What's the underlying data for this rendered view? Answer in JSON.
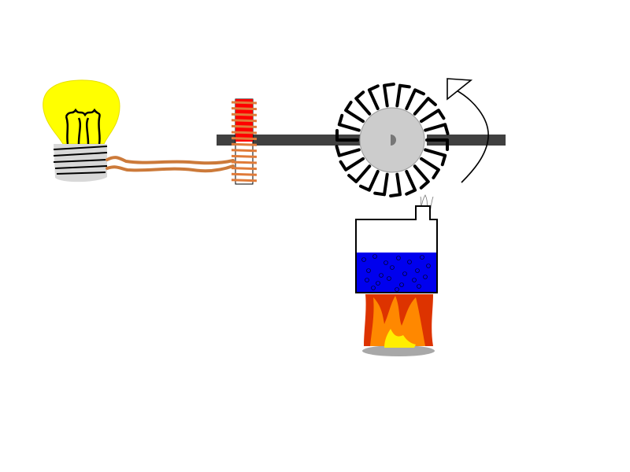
{
  "diagram": {
    "components": [
      {
        "id": "light-bulb",
        "icon": "light-bulb-icon"
      },
      {
        "id": "copper-wires",
        "icon": "wire-icon"
      },
      {
        "id": "generator-coil",
        "icon": "coil-icon"
      },
      {
        "id": "drive-shaft",
        "icon": "shaft-icon"
      },
      {
        "id": "steam-turbine",
        "icon": "turbine-icon"
      },
      {
        "id": "rotation-arrow",
        "icon": "curved-arrow-icon"
      },
      {
        "id": "water-boiler",
        "icon": "boiler-icon"
      },
      {
        "id": "steam",
        "icon": "steam-icon"
      },
      {
        "id": "fire",
        "icon": "fire-icon"
      }
    ],
    "colors": {
      "bulb_glass": "#ffff00",
      "bulb_base": "#d8d8d8",
      "wire": "#cc7a3a",
      "coil_core": "#ff0000",
      "coil_windings": "#e07b39",
      "shaft": "#404040",
      "turbine_hub": "#cccccc",
      "water": "#0000ee",
      "flame_outer": "#dd3300",
      "flame_mid": "#ff8800",
      "flame_inner": "#ffee00",
      "ash": "#a8a8a8"
    }
  }
}
